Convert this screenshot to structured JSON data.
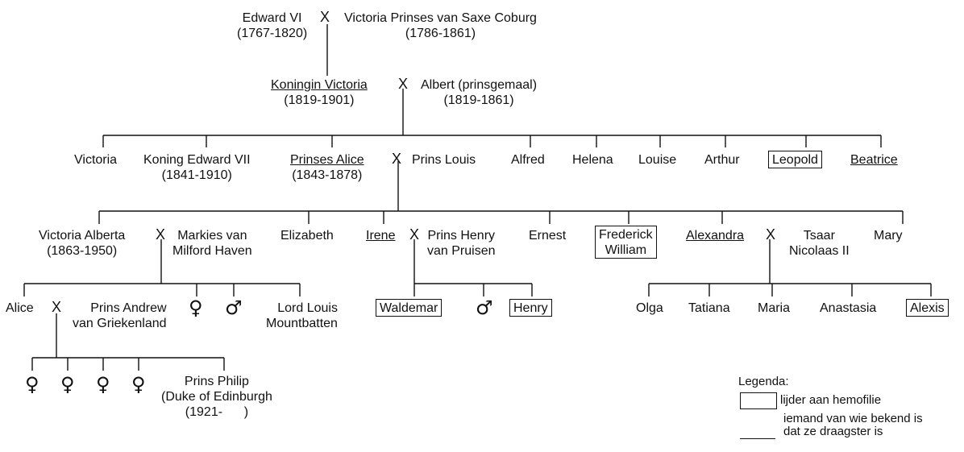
{
  "g1": {
    "father_name": "Edward VI",
    "father_years": "(1767-1820)",
    "mother_name": "Victoria Prinses van Saxe Coburg",
    "mother_years": "(1786-1861)"
  },
  "g2": {
    "queen_name": "Koningin Victoria",
    "queen_years": "(1819-1901)",
    "consort_name": "Albert (prinsgemaal)",
    "consort_years": "(1819-1861)"
  },
  "g3": {
    "victoria": "Victoria",
    "edward_name": "Koning Edward VII",
    "edward_years": "(1841-1910)",
    "alice_name": "Prinses Alice",
    "alice_years": "(1843-1878)",
    "louis": "Prins Louis",
    "alfred": "Alfred",
    "helena": "Helena",
    "louise": "Louise",
    "arthur": "Arthur",
    "leopold": "Leopold",
    "beatrice": "Beatrice"
  },
  "g4": {
    "va_name": "Victoria Alberta",
    "va_years": "(1863-1950)",
    "milford_1": "Markies van",
    "milford_2": "Milford Haven",
    "elizabeth": "Elizabeth",
    "irene": "Irene",
    "henry_pr_1": "Prins Henry",
    "henry_pr_2": "van Pruisen",
    "ernest": "Ernest",
    "frederick_1": "Frederick",
    "frederick_2": "William",
    "alexandra": "Alexandra",
    "tsaar_1": "Tsaar",
    "tsaar_2": "Nicolaas II",
    "mary": "Mary"
  },
  "g5": {
    "alice": "Alice",
    "andrew_1": "Prins Andrew",
    "andrew_2": "van Griekenland",
    "louis_1": "Lord Louis",
    "louis_2": "Mountbatten",
    "waldemar": "Waldemar",
    "henry": "Henry",
    "olga": "Olga",
    "tatiana": "Tatiana",
    "maria": "Maria",
    "anastasia": "Anastasia",
    "alexis": "Alexis"
  },
  "g6": {
    "philip_1": "Prins Philip",
    "philip_2": "(Duke of Edinburgh",
    "philip_3": "(1921-      )"
  },
  "symbols": {
    "marriage": "X",
    "female": "♀",
    "male": "♂"
  },
  "legend": {
    "title": "Legenda:",
    "hemophilia": "lijder aan hemofilie",
    "carrier_1": "iemand van wie bekend is",
    "carrier_2": "dat ze draagster is"
  }
}
